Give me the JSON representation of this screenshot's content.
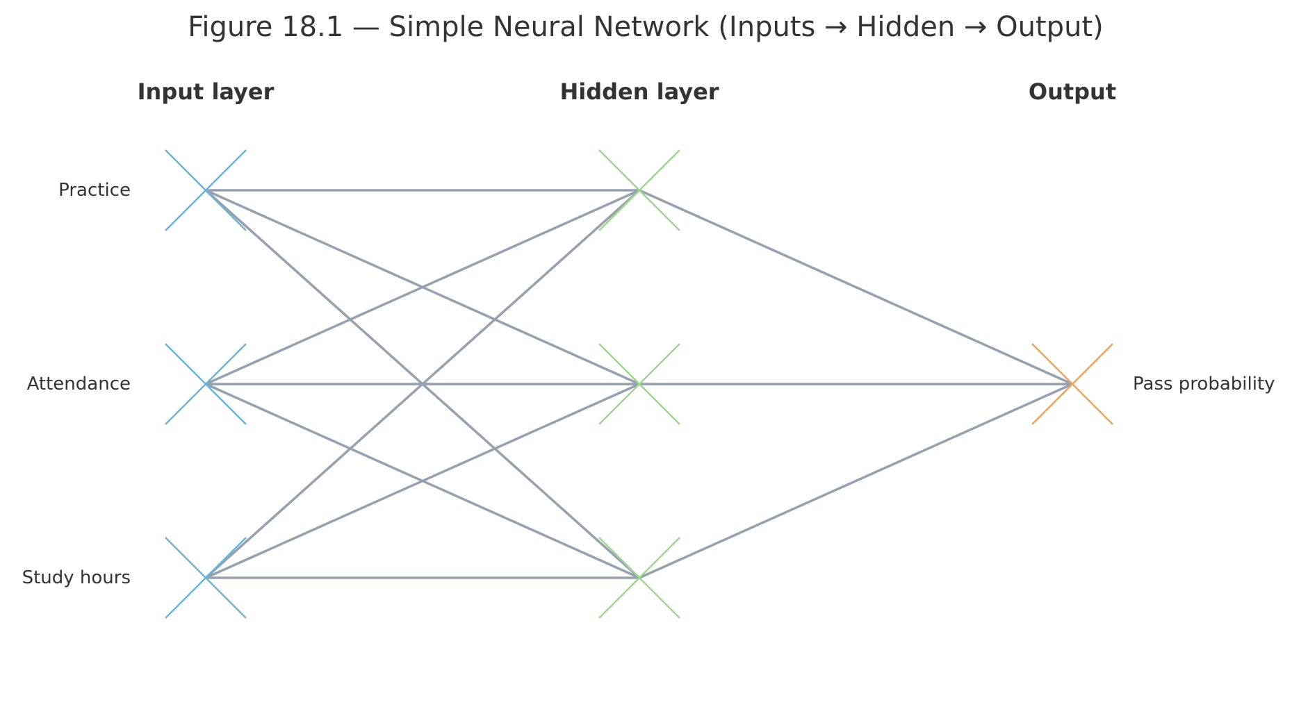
{
  "figure": {
    "title": "Figure 18.1 — Simple Neural Network (Inputs → Hidden → Output)"
  },
  "layers": [
    {
      "key": "input",
      "heading": "Input layer",
      "color": "#6bb3d9",
      "nodes": [
        {
          "id": "practice",
          "label": "Practice"
        },
        {
          "id": "attendance",
          "label": "Attendance"
        },
        {
          "id": "study-hours",
          "label": "Study hours"
        }
      ]
    },
    {
      "key": "hidden",
      "heading": "Hidden layer",
      "color": "#9fd68f",
      "nodes": [
        {
          "id": "hidden-1",
          "label": ""
        },
        {
          "id": "hidden-2",
          "label": ""
        },
        {
          "id": "hidden-3",
          "label": ""
        }
      ]
    },
    {
      "key": "output",
      "heading": "Output",
      "color": "#f0a35c",
      "nodes": [
        {
          "id": "pass-probability",
          "label": "Pass probability"
        }
      ]
    }
  ],
  "edge_color": "#96a1b0",
  "connectivity": "fully-connected"
}
